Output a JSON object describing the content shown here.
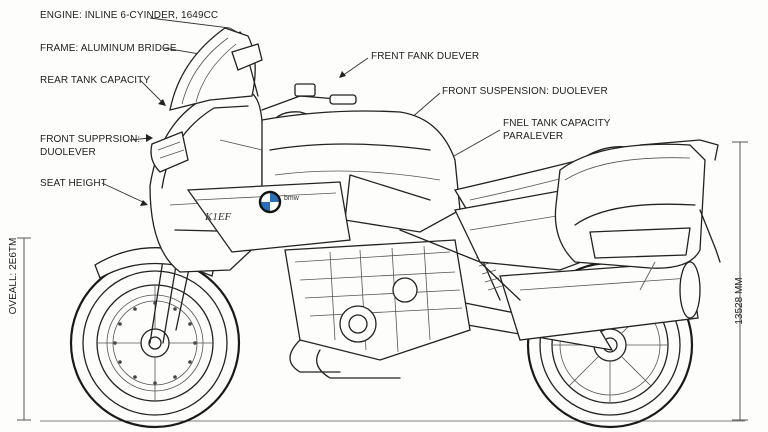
{
  "labels": {
    "engine": "ENGINE: INLINE 6-CYINDER, 1649CC",
    "frame": "FRAME: ALUMINUM BRIDGE",
    "rear_tank": "REAR TANK CAPACITY",
    "front_supp_1": "FRONT SUPPRSION:",
    "front_supp_2": "DUOLEVER",
    "seat_height": "SEAT HEIGHT",
    "frent_fank": "FRENT FANK DUEVER",
    "front_suspension": "FRONT SUSPENSION: DUOLEVER",
    "fnel_tank_1": "FNEL TANK CAPACITY",
    "fnel_tank_2": "PARALEVER"
  },
  "dimensions": {
    "overall_left": "OVEALL: 2E6TM",
    "right_height": "13528 MM"
  },
  "bike": {
    "model_badge": "K1EF",
    "side_badge": "bmw"
  },
  "colors": {
    "ink": "#222222",
    "paper": "#fdfdfc",
    "badge_blue": "#2a6fb5"
  }
}
